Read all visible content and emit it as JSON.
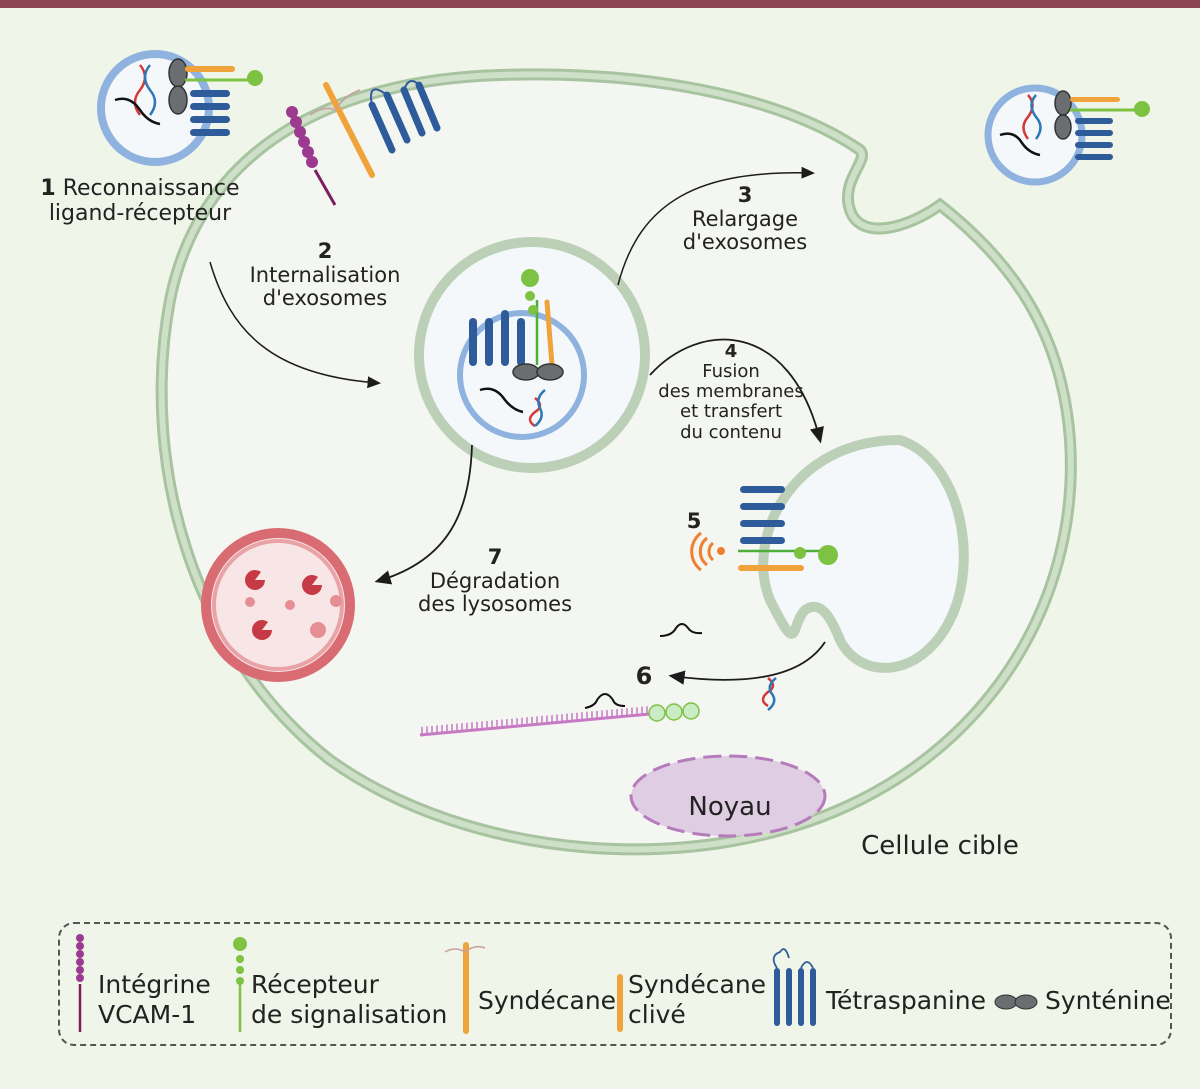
{
  "figure": {
    "accent_bar_color": "#8c4552",
    "background_color": "#eff5e8",
    "cell_label": "Cellule cible",
    "nucleus_label": "Noyau"
  },
  "steps": [
    {
      "number": "1",
      "text": "Reconnaissance",
      "text2": "ligand-récepteur"
    },
    {
      "number": "2",
      "text": "Internalisation",
      "text2": "d'exosomes"
    },
    {
      "number": "3",
      "text": "Relargage",
      "text2": "d'exosomes"
    },
    {
      "number": "4",
      "text": "Fusion",
      "text2": "des membranes",
      "text3": "et transfert",
      "text4": "du contenu"
    },
    {
      "number": "5"
    },
    {
      "number": "6",
      "polya": "A"
    },
    {
      "number": "7",
      "text": "Dégradation",
      "text2": "des lysosomes"
    }
  ],
  "legend": {
    "items": [
      {
        "icon": "integrin-icon",
        "line1": "Intégrine",
        "line2": "VCAM-1",
        "color": "#9b3a8e"
      },
      {
        "icon": "signaling-receptor-icon",
        "line1": "Récepteur",
        "line2": "de signalisation",
        "color": "#7dc242"
      },
      {
        "icon": "syndecan-icon",
        "line1": "Syndécane",
        "color": "#f0a33a"
      },
      {
        "icon": "cleaved-syndecan-icon",
        "line1": "Syndécane",
        "line2": "clivé",
        "color": "#f0a33a"
      },
      {
        "icon": "tetraspanin-icon",
        "line1": "Tétraspanine",
        "color": "#2e5c9a"
      },
      {
        "icon": "syntenin-icon",
        "line1": "Synténine",
        "color": "#6b6e70"
      }
    ]
  }
}
